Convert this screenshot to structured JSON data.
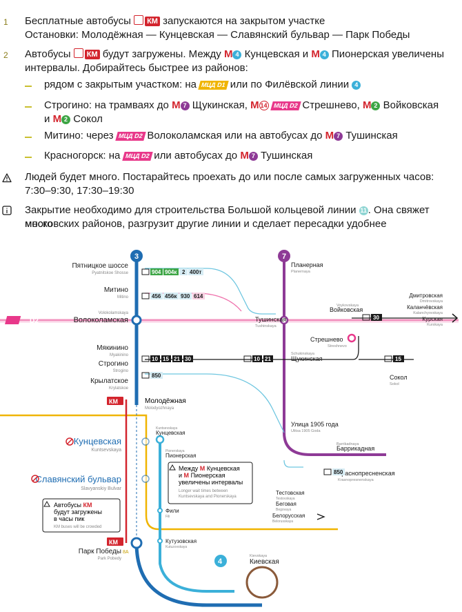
{
  "notes": {
    "n1_num": "1",
    "n1_a": "Бесплатные автобусы",
    "n1_b": "запускаются на закрытом участке",
    "n1_line2": "Остановки: Молодёжная — Кунцевская — Славянский бульвар — Парк Победы",
    "n2_num": "2",
    "n2_a": "Автобусы",
    "n2_b": "будут загружены. Между",
    "n2_c": "Кунцевская и",
    "n2_d": "Пионерская увеличены",
    "n2_line2": "интервалы. Добирайтесь быстрее из районов:",
    "s1_a": "рядом с закрытым участком: на",
    "s1_b": "или по Филёвской линии",
    "s2_a": "Строгино: на трамваях до",
    "s2_b": "Щукинская,",
    "s2_c": "Стрешнево,",
    "s2_d": "Войковская",
    "s2_e": "и",
    "s2_f": "Сокол",
    "s3_a": "Митино: через",
    "s3_b": "Волоколамская или на автобусах до",
    "s3_c": "Тушинская",
    "s4_a": "Красногорск: на",
    "s4_b": "или автобусах до",
    "s4_c": "Тушинская",
    "warn_line1": "Людей будет много. Постарайтесь проехать до или после самых загруженных часов:",
    "warn_line2": "7:30–9:30, 17:30–19:30",
    "info_a": "Закрытие необходимо для строительства Большой кольцевой линии",
    "info_b": ". Она свяжет много",
    "info_line2": "московских районов, разгрузит другие линии и сделает пересадки удобнее",
    "km": "КМ",
    "m": "М",
    "mcd_d1": "МЦД D1",
    "mcd_d2": "МЦД D2",
    "line_4": "4",
    "line_7": "7",
    "line_2": "2",
    "line_14": "14",
    "line_11": "11"
  },
  "colors": {
    "line3": "#1f6db2",
    "line4": "#3bb0d9",
    "line7": "#8e3a96",
    "line2": "#3da545",
    "line5": "#8a5a3a",
    "km": "#d3242d",
    "d1": "#f0b400",
    "d2": "#e8388a",
    "accent": "#c9bf2f"
  },
  "map": {
    "line3_badge": "3",
    "line7_badge": "7",
    "line4_badge": "4",
    "d1": "D1",
    "d2": "D2",
    "stations": {
      "pyatnitskoe": "Пятницкое шоссе",
      "pyatnitskoe_en": "Pyatnitskoe Shosse",
      "mitino": "Митино",
      "mitino_en": "Mitino",
      "volokolamskaya": "Волоколамская",
      "volokolamskaya_en": "Volokolamskaya",
      "myakinino": "Мякинино",
      "myakinino_en": "Myakinino",
      "strogino": "Строгино",
      "strogino_en": "Strogino",
      "krylatskoe": "Крылатское",
      "krylatskoe_en": "Krylatskoe",
      "molodezhnaya": "Молодёжная",
      "molodezhnaya_en": "Molodyozhnaya",
      "kuntsevskaya_closed": "Кунцевская",
      "kuntsevskaya_closed_en": "Kuntsevskaya",
      "slavyansky": "Славянский бульвар",
      "slavyansky_en": "Slavyanskiy Bulvar",
      "park_pobedy": "Парк Победы",
      "park_pobedy_en": "Park Pobedy",
      "park_8a": "8А",
      "planernaya": "Планерная",
      "planernaya_en": "Planernaya",
      "tushinskaya": "Тушинская",
      "tushinskaya_en": "Tushinskaya",
      "voykovskaya": "Войковская",
      "voykovskaya_en": "Voykovskaya",
      "streshnevo": "Стрешнево",
      "streshnevo_en": "Streshnevo",
      "shchukinskaya": "Щукинская",
      "shchukinskaya_en": "Schukinskaya",
      "sokol": "Сокол",
      "sokol_en": "Sokol",
      "ulitsa1905": "Улица 1905 года",
      "ulitsa1905_en": "Ulitsa 1905 Goda",
      "barrikadnaya": "Баррикадная",
      "barrikadnaya_en": "Barrikadnaya",
      "krasnopresnenskaya": "Краснопресненская",
      "krasnopresnenskaya_en": "Krasnopresnenskaya",
      "dmitrovskaya": "Дмитровская",
      "dmitrovskaya_en": "Dmitrovskaya",
      "kalanchevskaya": "Каланчёвская",
      "kalanchevskaya_en": "Kalanchyovskaya",
      "kurskaya": "Курская",
      "kurskaya_en": "Kurskaya",
      "kuntsevskaya4": "Кунцевская",
      "kuntsevskaya4_en": "Kuntsevskaya",
      "pionerskaya": "Пионерская",
      "pionerskaya_en": "Pionerskaya",
      "fili": "Фили",
      "fili_en": "Fili",
      "kutuzovskaya": "Кутузовская",
      "kutuzovskaya_en": "Kutuzovskaya",
      "testovskaya": "Тестовская",
      "testovskaya_en": "Testovskaya",
      "begovaya": "Беговая",
      "begovaya_en": "Begovaya",
      "belorusskaya": "Белорусская",
      "belorusskaya_en": "Belorusskaya",
      "kievskaya": "Киевская",
      "kievskaya_en": "Kievskaya"
    },
    "buses": {
      "pyat_904": "904",
      "pyat_904k": "904к",
      "pyat_2": "2",
      "pyat_400t": "400т",
      "mitino_456": "456",
      "mitino_456k": "456к",
      "mitino_930": "930",
      "mitino_614": "614",
      "str_10": "10",
      "str_15": "15",
      "str_21": "21",
      "str_30": "30",
      "shch_10": "10",
      "shch_21": "21",
      "kryl_850": "850",
      "voyk_30": "30",
      "sokol_15": "15",
      "krasn_850": "850"
    },
    "callout": {
      "line1_a": "Между",
      "line1_b": "Кунцевская",
      "line2_a": "и",
      "line2_b": "Пионерская",
      "line3": "увеличены интервалы",
      "en1": "Longer wait times between",
      "en2": "Kuntsevskaya and Pionerskaya"
    },
    "kmbox": {
      "l1": "Автобусы",
      "l2": "будут загружены",
      "l3": "в часы пик",
      "en": "KM buses will be crowded"
    }
  }
}
